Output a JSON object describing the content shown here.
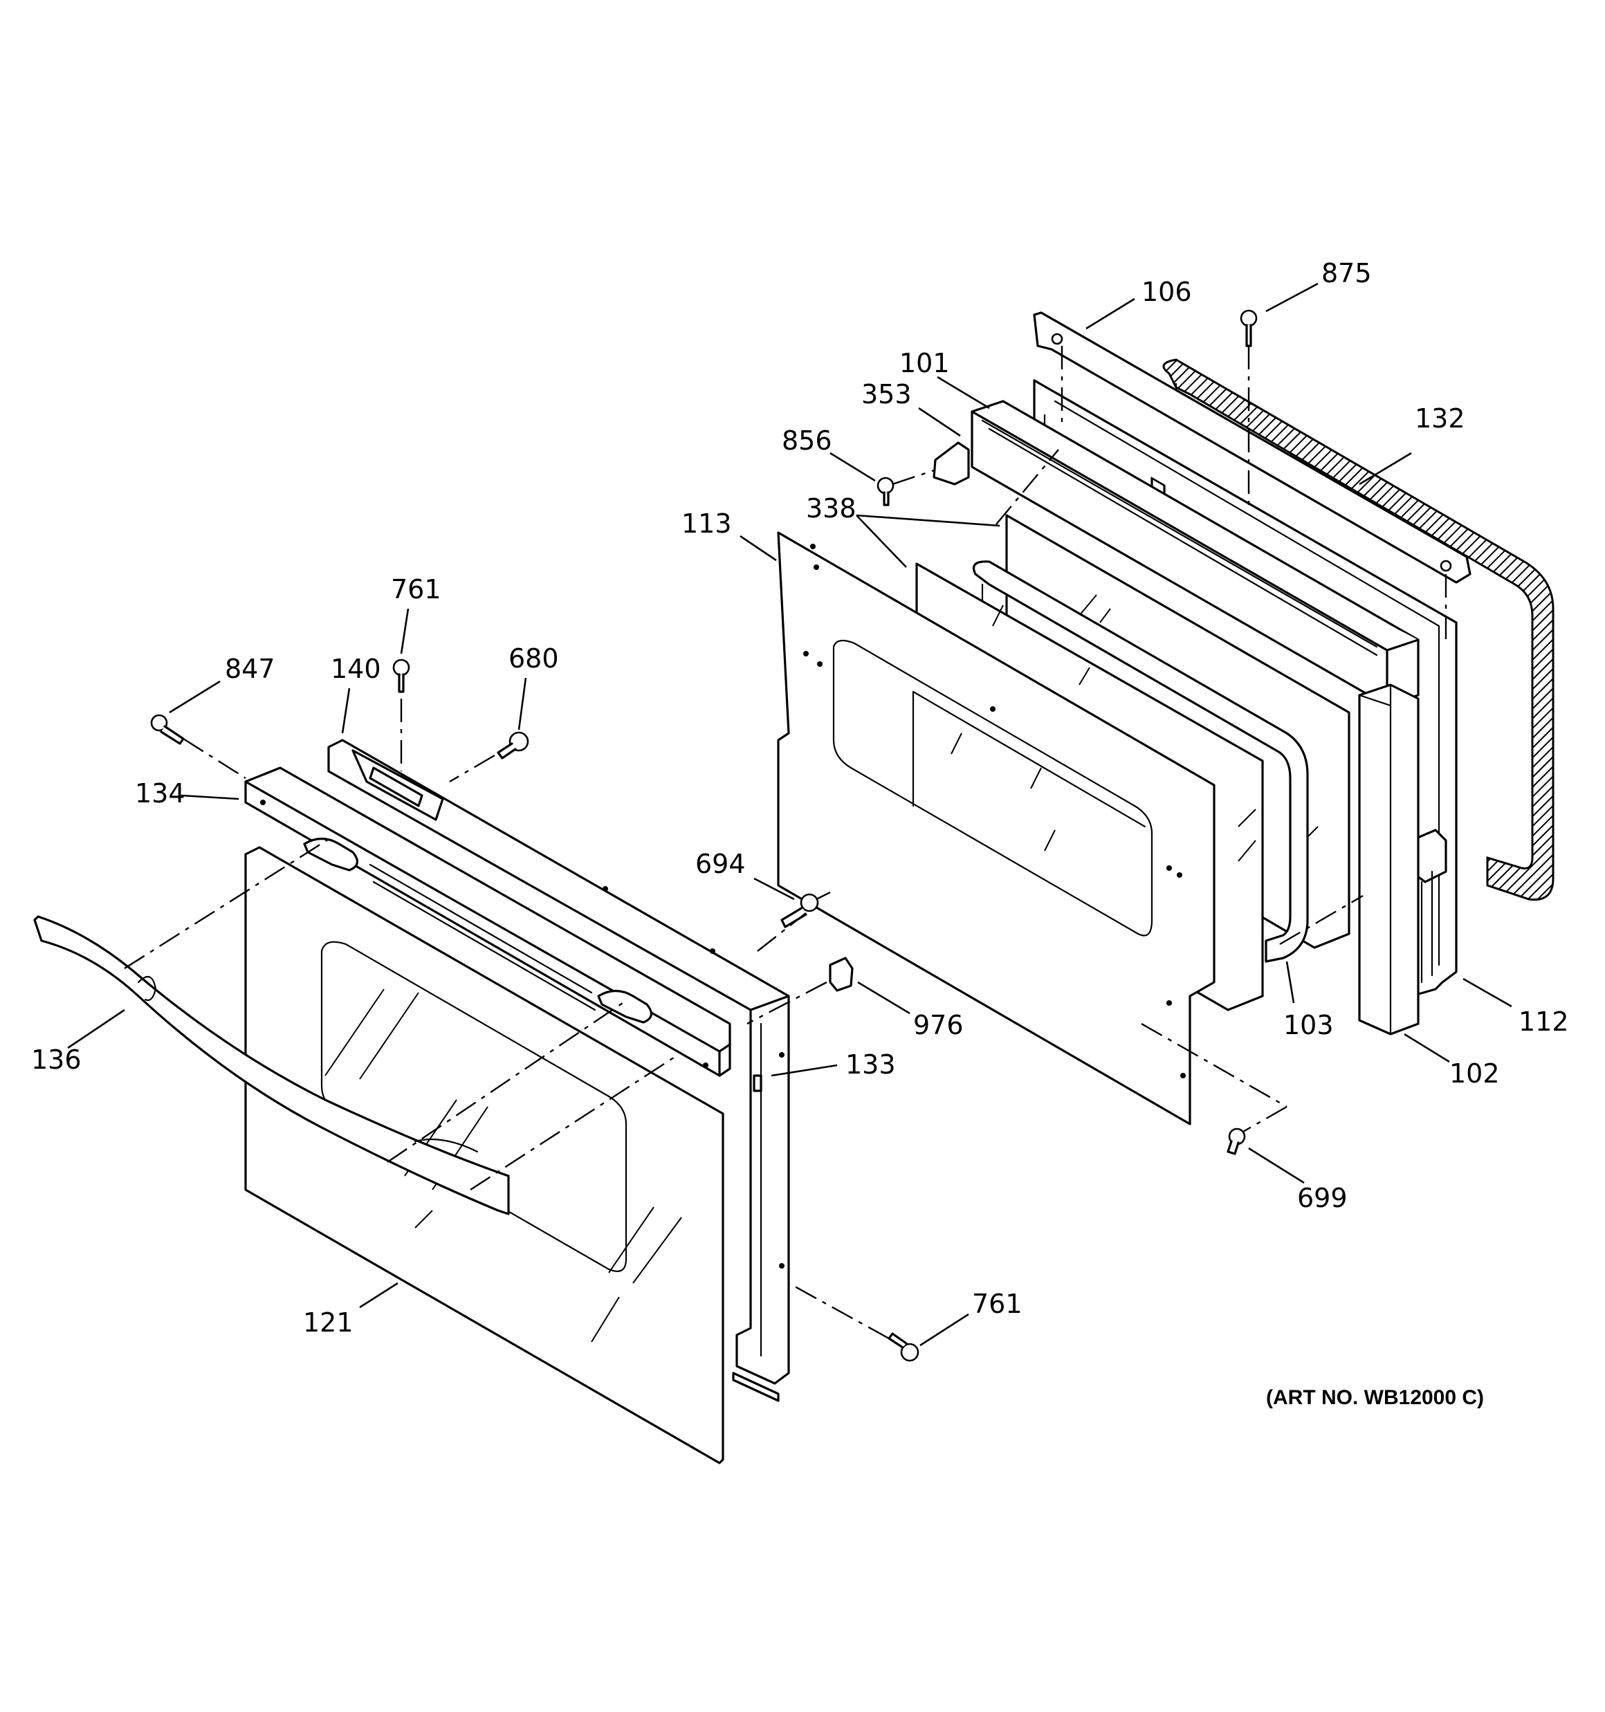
{
  "diagram": {
    "art_number": "(ART NO. WB12000 C)",
    "callouts": {
      "c106": "106",
      "c875": "875",
      "c101": "101",
      "c353": "353",
      "c132": "132",
      "c856": "856",
      "c338": "338",
      "c113": "113",
      "c761_top": "761",
      "c847": "847",
      "c140": "140",
      "c680": "680",
      "c134": "134",
      "c694": "694",
      "c976": "976",
      "c103": "103",
      "c112": "112",
      "c102": "102",
      "c133": "133",
      "c136": "136",
      "c699": "699",
      "c761_bottom": "761",
      "c121": "121"
    }
  }
}
